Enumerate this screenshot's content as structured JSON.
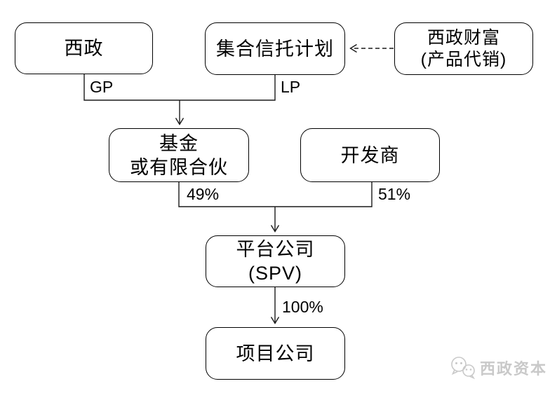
{
  "diagram": {
    "nodes": {
      "xizheng": {
        "label": "西政"
      },
      "trust": {
        "label": "集合信托计划"
      },
      "wealth": {
        "line1": "西政财富",
        "line2": "(产品代销)"
      },
      "fund": {
        "line1": "基金",
        "line2": "或有限合伙"
      },
      "developer": {
        "label": "开发商"
      },
      "spv": {
        "line1": "平台公司",
        "line2": "(SPV)"
      },
      "project": {
        "label": "项目公司"
      }
    },
    "edge_labels": {
      "gp": "GP",
      "lp": "LP",
      "fund_share": "49%",
      "developer_share": "51%",
      "spv_share": "100%"
    },
    "colors": {
      "box_border": "#000000",
      "line": "#1a1a1a",
      "text": "#000000",
      "background": "#ffffff",
      "watermark": "#c9c9c9"
    }
  },
  "watermark": {
    "icon": "wechat-icon",
    "brand": "西政资本"
  }
}
